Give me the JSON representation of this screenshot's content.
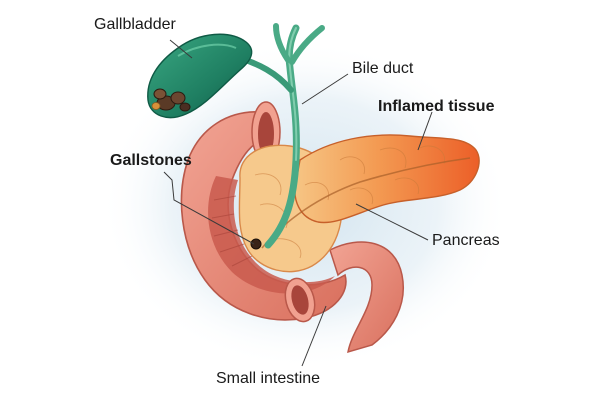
{
  "labels": {
    "gallbladder": "Gallbladder",
    "bile_duct": "Bile duct",
    "inflamed_tissue": "Inflamed tissue",
    "gallstones": "Gallstones",
    "pancreas": "Pancreas",
    "small_intestine": "Small intestine"
  },
  "colors": {
    "gallbladder": "#2f9a7a",
    "bile_duct": "#5dbf9e",
    "pancreas": "#f3a35a",
    "inflamed": "#f06a2a",
    "intestine_outer": "#e98b78",
    "intestine_inner": "#c9584c",
    "gallstone": "#4a2f22",
    "halo": "#d6e6ef",
    "leader": "#3a3a3a"
  }
}
